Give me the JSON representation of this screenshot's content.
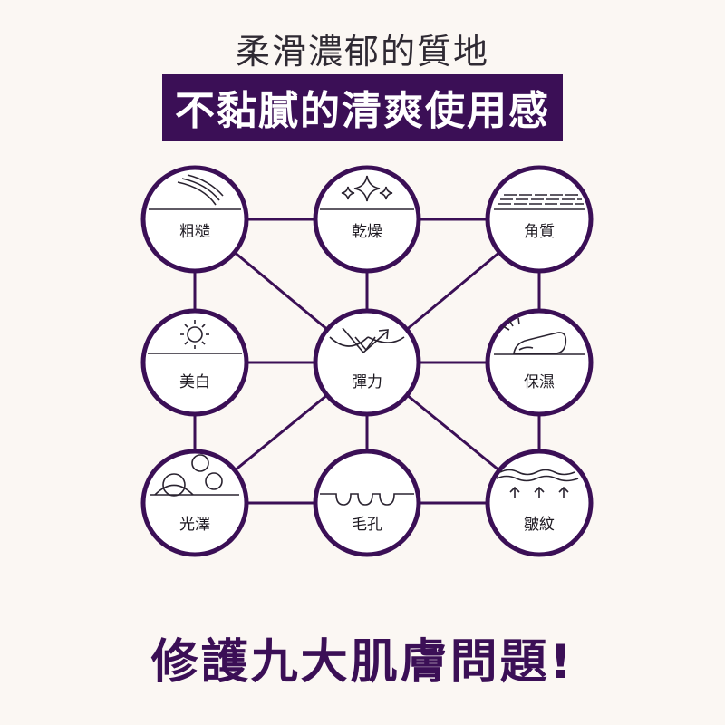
{
  "header": {
    "line1": "柔滑濃郁的質地",
    "line2": "不黏膩的清爽使用感"
  },
  "nodes": {
    "rough": "粗糙",
    "dry": "乾燥",
    "keratin": "角質",
    "whitening": "美白",
    "elasticity": "彈力",
    "moisture": "保濕",
    "radiance": "光澤",
    "pores": "毛孔",
    "wrinkles": "皺紋"
  },
  "footer": {
    "text": "修護九大肌膚問題!"
  },
  "colors": {
    "accent": "#3b0f56",
    "background": "#fbf7f3",
    "node_fill": "#ffffff"
  }
}
